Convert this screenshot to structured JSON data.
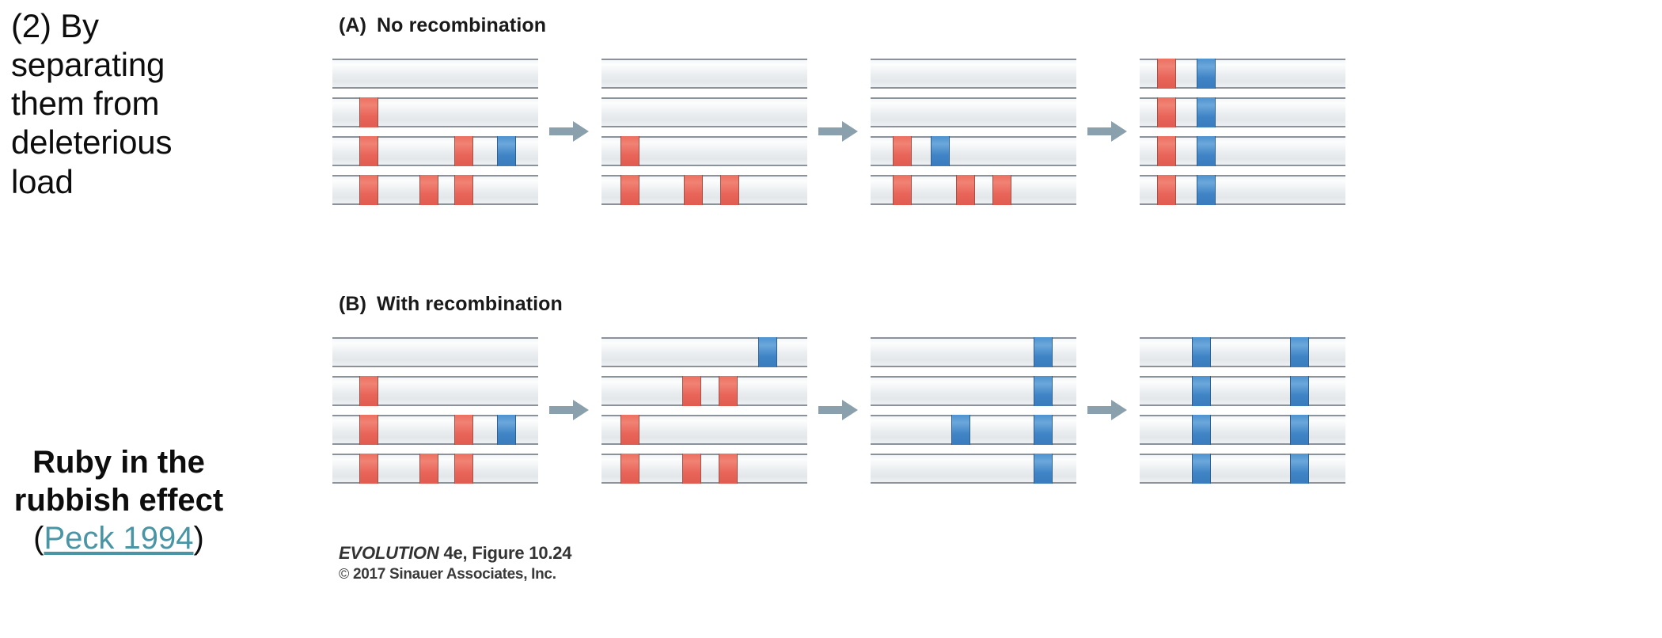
{
  "slide": {
    "bullet_text": "(2) By separating them from deleterious load",
    "effect_title_line1": "Ruby in the",
    "effect_title_line2": "rubbish effect",
    "citation_open_paren": "(",
    "citation_link": "Peck 1994",
    "citation_close_paren": ")",
    "link_color": "#4a95a5"
  },
  "figure": {
    "panels": [
      {
        "letter": "(A)",
        "title": "No recombination",
        "stages": [
          {
            "rows": [
              {
                "loci": []
              },
              {
                "loci": [
                  {
                    "type": "red",
                    "pos": 34
                  }
                ]
              },
              {
                "loci": [
                  {
                    "type": "red",
                    "pos": 34
                  },
                  {
                    "type": "red",
                    "pos": 154
                  },
                  {
                    "type": "blue",
                    "pos": 208
                  }
                ]
              },
              {
                "loci": [
                  {
                    "type": "red",
                    "pos": 34
                  },
                  {
                    "type": "red",
                    "pos": 110
                  },
                  {
                    "type": "red",
                    "pos": 154
                  }
                ]
              }
            ]
          },
          {
            "rows": [
              {
                "loci": []
              },
              {
                "loci": []
              },
              {
                "loci": [
                  {
                    "type": "red",
                    "pos": 24
                  }
                ]
              },
              {
                "loci": [
                  {
                    "type": "red",
                    "pos": 24
                  },
                  {
                    "type": "red",
                    "pos": 104
                  },
                  {
                    "type": "red",
                    "pos": 150
                  }
                ]
              }
            ]
          },
          {
            "rows": [
              {
                "loci": []
              },
              {
                "loci": []
              },
              {
                "loci": [
                  {
                    "type": "red",
                    "pos": 28
                  },
                  {
                    "type": "blue",
                    "pos": 76
                  }
                ]
              },
              {
                "loci": [
                  {
                    "type": "red",
                    "pos": 28
                  },
                  {
                    "type": "red",
                    "pos": 108
                  },
                  {
                    "type": "red",
                    "pos": 154
                  }
                ]
              }
            ]
          },
          {
            "rows": [
              {
                "loci": [
                  {
                    "type": "red",
                    "pos": 22
                  },
                  {
                    "type": "blue",
                    "pos": 72
                  }
                ]
              },
              {
                "loci": [
                  {
                    "type": "red",
                    "pos": 22
                  },
                  {
                    "type": "blue",
                    "pos": 72
                  }
                ]
              },
              {
                "loci": [
                  {
                    "type": "red",
                    "pos": 22
                  },
                  {
                    "type": "blue",
                    "pos": 72
                  }
                ]
              },
              {
                "loci": [
                  {
                    "type": "red",
                    "pos": 22
                  },
                  {
                    "type": "blue",
                    "pos": 72
                  }
                ]
              }
            ]
          }
        ]
      },
      {
        "letter": "(B)",
        "title": "With recombination",
        "stages": [
          {
            "rows": [
              {
                "loci": []
              },
              {
                "loci": [
                  {
                    "type": "red",
                    "pos": 34
                  }
                ]
              },
              {
                "loci": [
                  {
                    "type": "red",
                    "pos": 34
                  },
                  {
                    "type": "red",
                    "pos": 154
                  },
                  {
                    "type": "blue",
                    "pos": 208
                  }
                ]
              },
              {
                "loci": [
                  {
                    "type": "red",
                    "pos": 34
                  },
                  {
                    "type": "red",
                    "pos": 110
                  },
                  {
                    "type": "red",
                    "pos": 154
                  }
                ]
              }
            ]
          },
          {
            "rows": [
              {
                "loci": [
                  {
                    "type": "blue",
                    "pos": 198
                  }
                ]
              },
              {
                "loci": [
                  {
                    "type": "red",
                    "pos": 102
                  },
                  {
                    "type": "red",
                    "pos": 148
                  }
                ]
              },
              {
                "loci": [
                  {
                    "type": "red",
                    "pos": 24
                  }
                ]
              },
              {
                "loci": [
                  {
                    "type": "red",
                    "pos": 24
                  },
                  {
                    "type": "red",
                    "pos": 102
                  },
                  {
                    "type": "red",
                    "pos": 148
                  }
                ]
              }
            ]
          },
          {
            "rows": [
              {
                "loci": [
                  {
                    "type": "blue",
                    "pos": 206
                  }
                ]
              },
              {
                "loci": [
                  {
                    "type": "blue",
                    "pos": 206
                  }
                ]
              },
              {
                "loci": [
                  {
                    "type": "blue",
                    "pos": 102
                  },
                  {
                    "type": "blue",
                    "pos": 206
                  }
                ]
              },
              {
                "loci": [
                  {
                    "type": "blue",
                    "pos": 206
                  }
                ]
              }
            ]
          },
          {
            "rows": [
              {
                "loci": [
                  {
                    "type": "blue",
                    "pos": 66
                  },
                  {
                    "type": "blue",
                    "pos": 190
                  }
                ]
              },
              {
                "loci": [
                  {
                    "type": "blue",
                    "pos": 66
                  },
                  {
                    "type": "blue",
                    "pos": 190
                  }
                ]
              },
              {
                "loci": [
                  {
                    "type": "blue",
                    "pos": 66
                  },
                  {
                    "type": "blue",
                    "pos": 190
                  }
                ]
              },
              {
                "loci": [
                  {
                    "type": "blue",
                    "pos": 66
                  },
                  {
                    "type": "blue",
                    "pos": 190
                  }
                ]
              }
            ]
          }
        ]
      }
    ],
    "arrow_color": "#8ba0ad",
    "credit_italic": "EVOLUTION",
    "credit_line_1_rest": " 4e, Figure 10.24",
    "credit_copyright_mark": "©",
    "credit_line_2": " 2017 Sinauer Associates, Inc."
  }
}
